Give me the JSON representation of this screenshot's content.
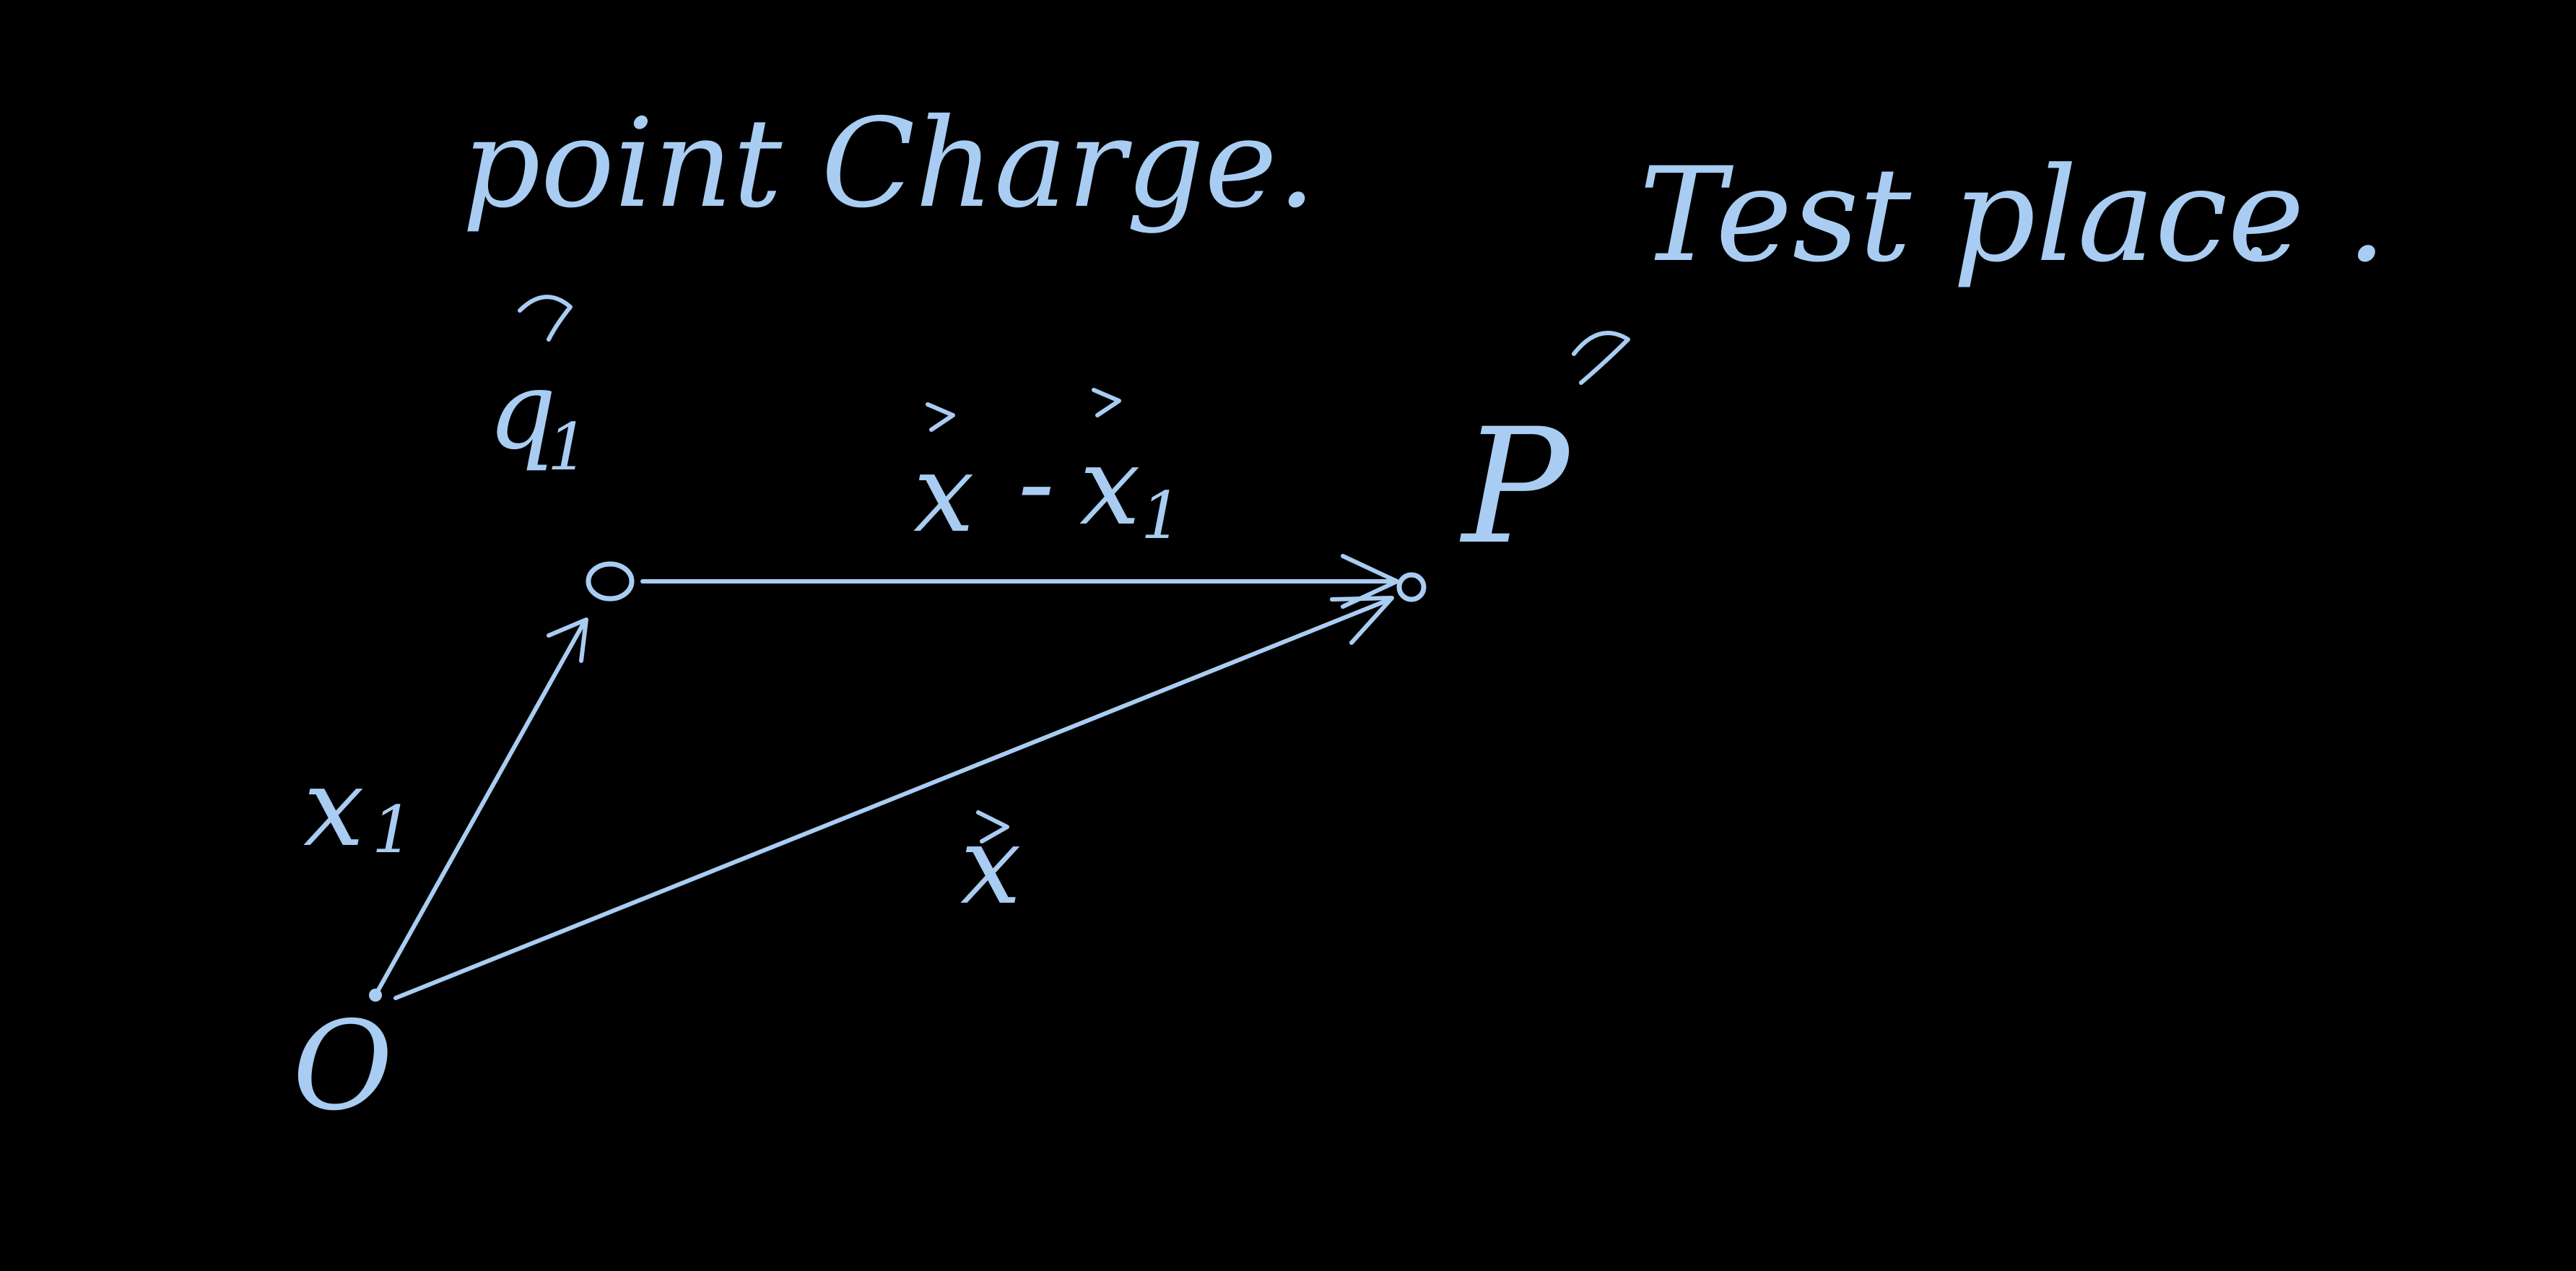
{
  "colors": {
    "background": "#000000",
    "ink": "#a9cdf2"
  },
  "labels": {
    "point_charge": "point Charge.",
    "test_place": "Test place .",
    "charge_q1": "q",
    "charge_q1_subscript": "1",
    "point_p": "P",
    "origin": "O",
    "vector_x1": "x",
    "vector_x1_subscript": "1",
    "vector_x": "x",
    "vector_diff_x": "x",
    "vector_diff_minus": "-",
    "vector_diff_x1": "x",
    "vector_diff_x1_subscript": "1"
  }
}
